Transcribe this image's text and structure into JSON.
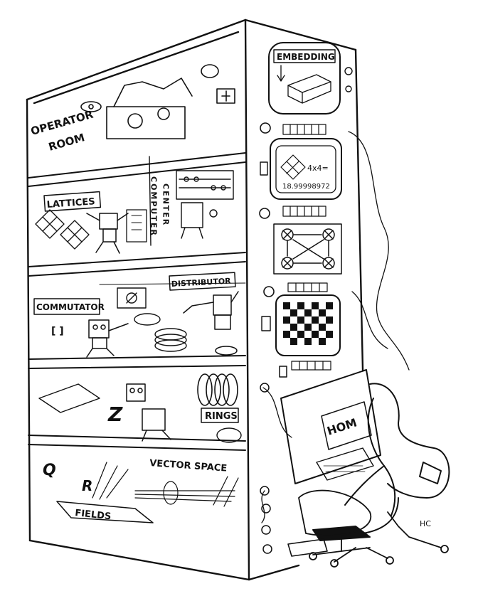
{
  "labels": {
    "embedding": "EMBEDDING",
    "operator_room_line1": "OPERATOR",
    "operator_room_line2": "ROOM",
    "lattices": "LATTICES",
    "computer_center_v1": "COMPUTER",
    "computer_center_v2": "CENTER",
    "distributor": "DISTRIBUTOR",
    "commutator": "COMMUTATOR",
    "commutator_bracket": "[ ]",
    "rings": "RINGS",
    "vector_space": "VECTOR SPACE",
    "fields": "FIELDS",
    "hom": "HOM",
    "z_symbol": "Z",
    "q_symbol": "Q",
    "r_symbol": "R",
    "screen_formula": "4x4=",
    "screen_value": "18.99998972",
    "signature": "HC"
  },
  "colors": {
    "ink": "#111111",
    "paper": "#ffffff"
  }
}
